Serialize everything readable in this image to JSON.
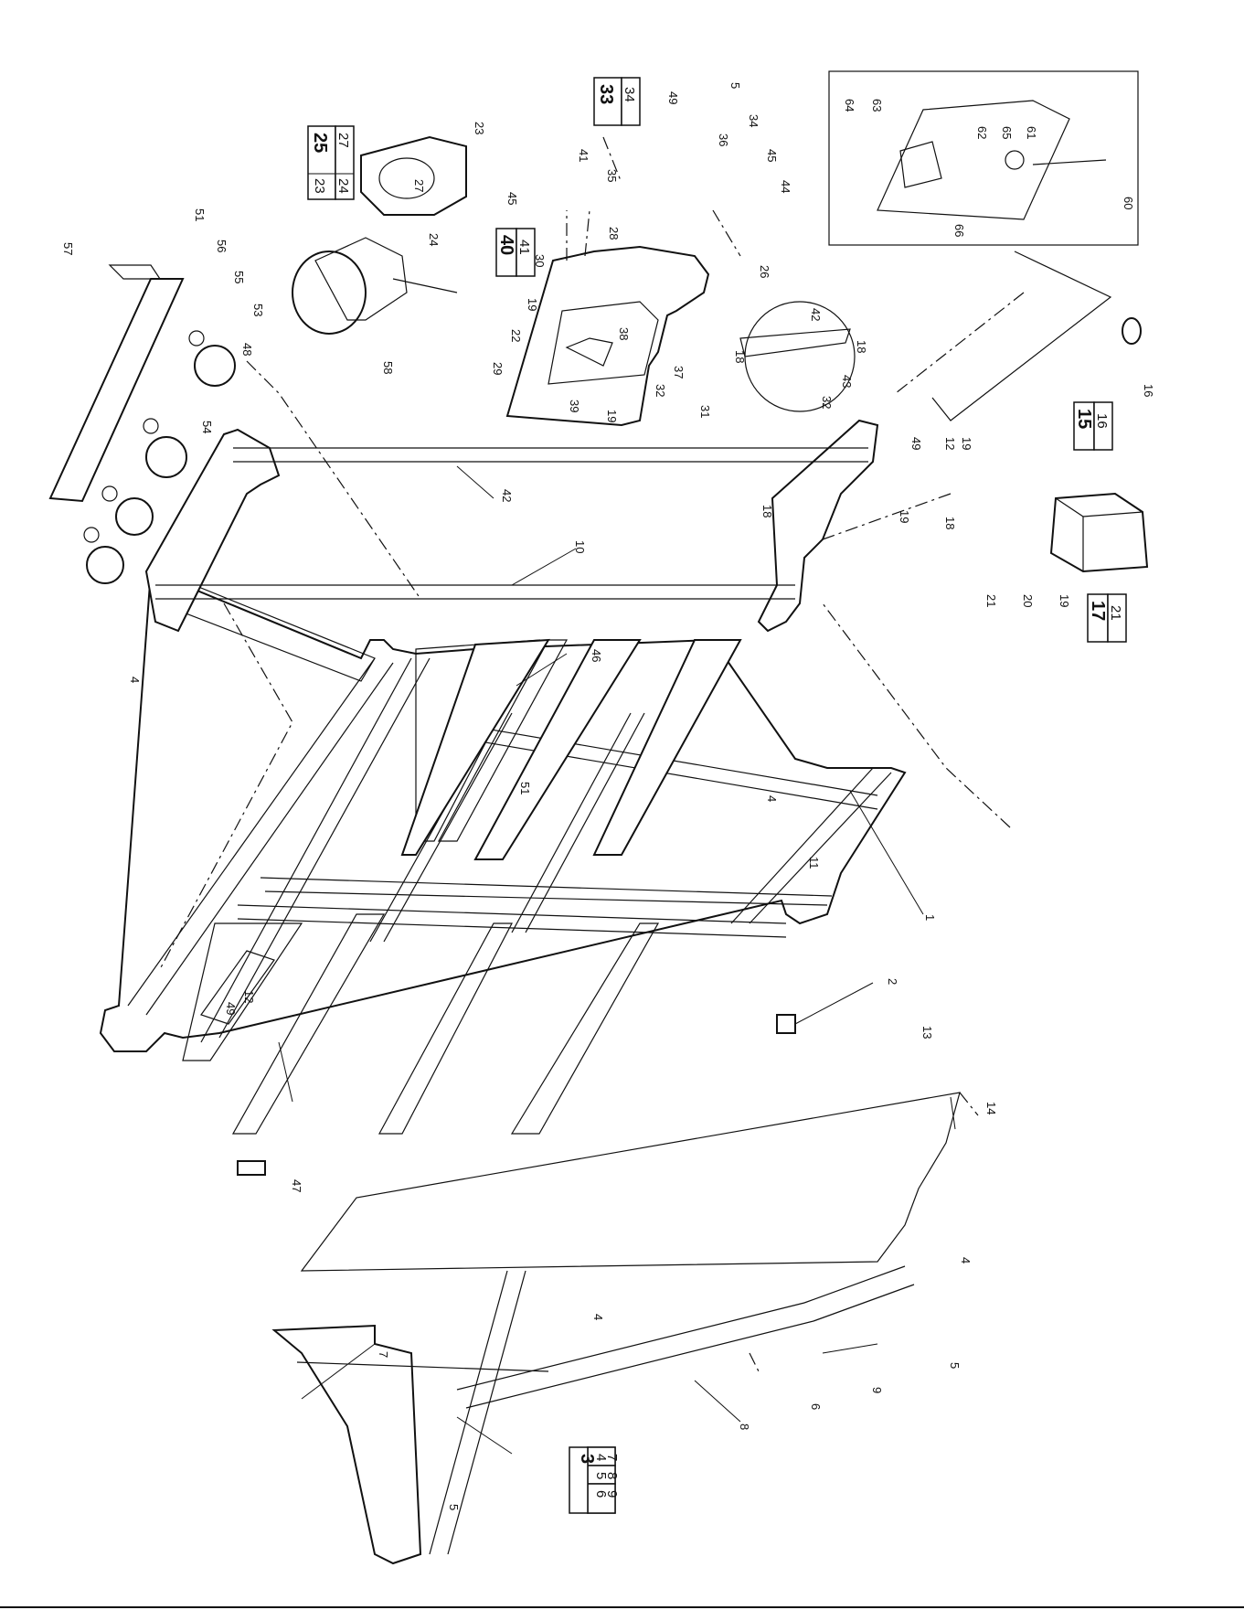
{
  "callouts": {
    "c1": "1",
    "c2": "2",
    "c4a": "4",
    "c4b": "4",
    "c4c": "4",
    "c4d": "4",
    "c5a": "5",
    "c5b": "5",
    "c5c": "5",
    "c6": "6",
    "c7": "7",
    "c8": "8",
    "c9": "9",
    "c10": "10",
    "c11": "11",
    "c12a": "12",
    "c12b": "12",
    "c13": "13",
    "c14": "14",
    "c16": "16",
    "c18a": "18",
    "c18b": "18",
    "c18c": "18",
    "c18d": "18",
    "c19a": "19",
    "c19b": "19",
    "c19c": "19",
    "c19d": "19",
    "c19e": "19",
    "c20": "20",
    "c21": "21",
    "c22": "22",
    "c23": "23",
    "c24": "24",
    "c26": "26",
    "c27": "27",
    "c28": "28",
    "c29": "29",
    "c30": "30",
    "c31": "31",
    "c32a": "32",
    "c32b": "32",
    "c34": "34",
    "c35": "35",
    "c36": "36",
    "c37": "37",
    "c38": "38",
    "c39": "39",
    "c41": "41",
    "c42a": "42",
    "c42b": "42",
    "c43": "43",
    "c44": "44",
    "c45a": "45",
    "c45b": "45",
    "c46": "46",
    "c47": "47",
    "c48": "48",
    "c49a": "49",
    "c49b": "49",
    "c49c": "49",
    "c51a": "51",
    "c51b": "51",
    "c53": "53",
    "c54": "54",
    "c55": "55",
    "c56": "56",
    "c57": "57",
    "c58": "58",
    "c60": "60",
    "c61": "61",
    "c62": "62",
    "c63": "63",
    "c64": "64",
    "c65": "65",
    "c66": "66"
  },
  "kits": {
    "k3": {
      "head": "3",
      "parts": [
        "4",
        "5",
        "6",
        "7",
        "8",
        "9"
      ]
    },
    "k15": {
      "head": "15",
      "parts": [
        "16"
      ]
    },
    "k17": {
      "head": "17",
      "parts": [
        "21"
      ]
    },
    "k25": {
      "head": "25",
      "parts": [
        "23",
        "24",
        "27"
      ]
    },
    "k33": {
      "head": "33",
      "parts": [
        "34"
      ]
    },
    "k40": {
      "head": "40",
      "parts": [
        "41"
      ]
    }
  }
}
